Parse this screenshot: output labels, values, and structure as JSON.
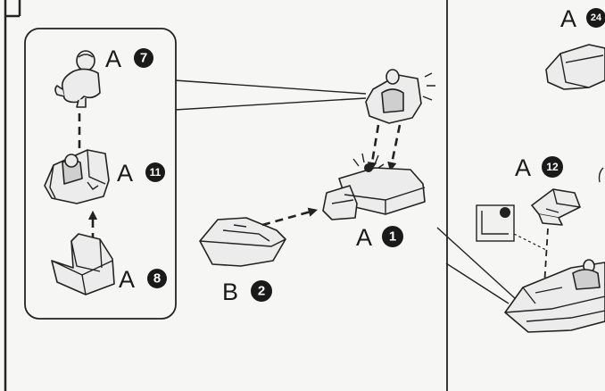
{
  "labels": {
    "a7": {
      "letter": "A",
      "number": "7"
    },
    "a11": {
      "letter": "A",
      "number": "11"
    },
    "a8": {
      "letter": "A",
      "number": "8"
    },
    "a1": {
      "letter": "A",
      "number": "1"
    },
    "b2": {
      "letter": "B",
      "number": "2"
    },
    "a12": {
      "letter": "A",
      "number": "12"
    },
    "a24": {
      "letter": "A",
      "number": "24"
    }
  }
}
